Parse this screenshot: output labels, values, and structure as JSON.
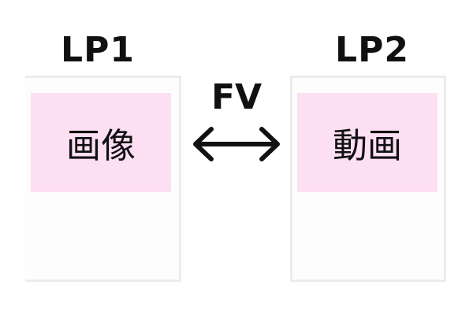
{
  "left": {
    "title": "LP1",
    "first_view_content": "画像"
  },
  "right": {
    "title": "LP2",
    "first_view_content": "動画"
  },
  "comparison": {
    "label": "FV",
    "icon": "double-arrow-icon"
  },
  "colors": {
    "first_view_fill": "#fcdff3",
    "card_border": "#ececec",
    "text": "#111111"
  }
}
